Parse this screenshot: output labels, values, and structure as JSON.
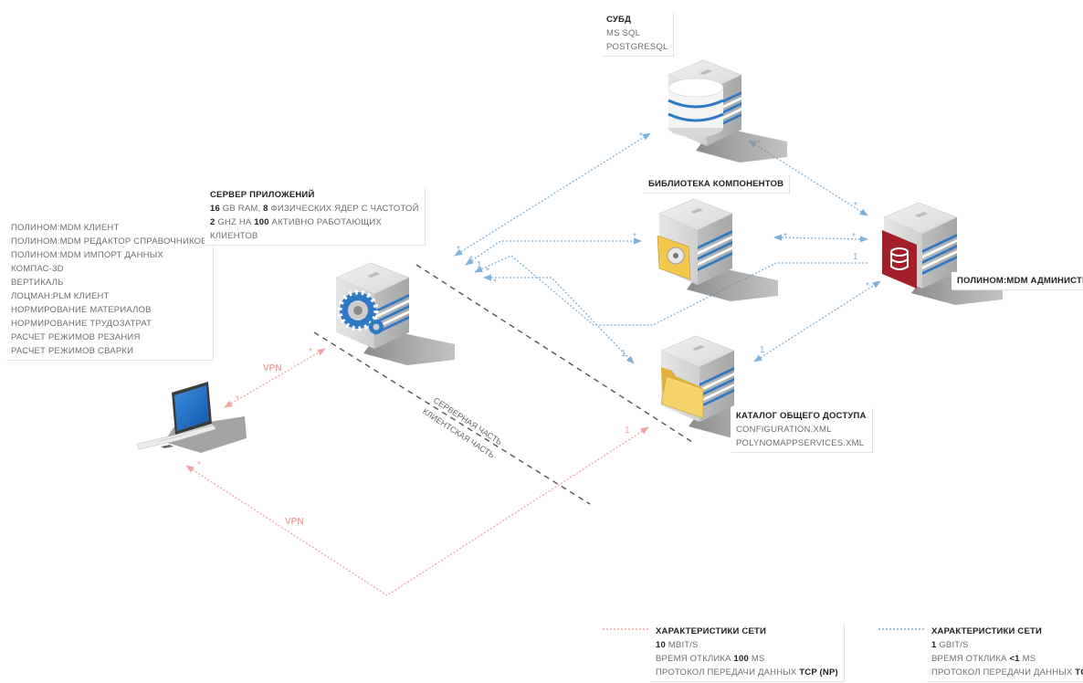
{
  "client_box": {
    "items": [
      "ПОЛИНОМ:MDM КЛИЕНТ",
      "ПОЛИНОМ:MDM РЕДАКТОР СПРАВОЧНИКОВ",
      "ПОЛИНОМ:MDM ИМПОРТ ДАННЫХ",
      "КОМПАС-3D",
      "ВЕРТИКАЛЬ",
      "ЛОЦМАН:PLM КЛИЕНТ",
      "НОРМИРОВАНИЕ МАТЕРИАЛОВ",
      "НОРМИРОВАНИЕ ТРУДОЗАТРАТ",
      "РАСЧЕТ РЕЖИМОВ РЕЗАНИЯ",
      "РАСЧЕТ РЕЖИМОВ СВАРКИ"
    ]
  },
  "app_server": {
    "title": "СЕРВЕР ПРИЛОЖЕНИЙ",
    "line1": {
      "v1": "16",
      "t1": " GB RAM, ",
      "v2": "8",
      "t2": " ФИЗИЧЕСКИХ ЯДЕР С ЧАСТОТОЙ"
    },
    "line2": {
      "v1": "2",
      "t1": " GHZ НА ",
      "v2": "100",
      "t2": " АКТИВНО РАБОТАЮЩИХ"
    },
    "line3": "КЛИЕНТОВ"
  },
  "dbms": {
    "title": "СУБД",
    "items": [
      "MS SQL",
      "POSTGRESQL"
    ]
  },
  "library": {
    "title": "БИБЛИОТЕКА КОМПОНЕНТОВ"
  },
  "admin": {
    "title": "ПОЛИНОМ:MDM АДМИНИСТРАТОР"
  },
  "catalog": {
    "title": "КАТАЛОГ ОБЩЕГО ДОСТУПА",
    "items": [
      "CONFIGURATION.XML",
      "POLYNOMAPPSERVICES.XML"
    ]
  },
  "divider": {
    "server_side": "СЕРВЕРНАЯ ЧАСТЬ",
    "client_side": "КЛИЕНТСКАЯ ЧАСТЬ"
  },
  "vpn_labels": [
    "VPN",
    "VPN"
  ],
  "multiplicity": {
    "star": "*",
    "one": "1"
  },
  "legend": {
    "red": {
      "title": "ХАРАКТЕРИСТИКИ СЕТИ",
      "speed": {
        "v": "10",
        "t": " MBIT/S"
      },
      "latency": {
        "t": "ВРЕМЯ ОТКЛИКА ",
        "v": "100",
        "u": " MS"
      },
      "protocol": {
        "t": "ПРОТОКОЛ ПЕРЕДАЧИ ДАННЫХ ",
        "v": "TCP (NP)"
      }
    },
    "blue": {
      "title": "ХАРАКТЕРИСТИКИ СЕТИ",
      "speed": {
        "v": "1",
        "t": " GBIT/S"
      },
      "latency": {
        "t": "ВРЕМЯ ОТКЛИКА ",
        "v": "<1",
        "u": " MS"
      },
      "protocol": {
        "t": "ПРОТОКОЛ ПЕРЕДАЧИ ДАННЫХ ",
        "v": "TCP (NP)"
      }
    }
  },
  "colors": {
    "blue_link": "#7eb2dc",
    "red_link": "#f0a5a0",
    "divider": "#555555",
    "admin_red": "#a3202b",
    "folder_yellow": "#f2c94c",
    "gear_blue": "#2f78c4"
  },
  "icons": [
    "laptop-icon",
    "app-server-icon",
    "database-server-icon",
    "library-server-icon",
    "admin-server-icon",
    "catalog-server-icon"
  ]
}
